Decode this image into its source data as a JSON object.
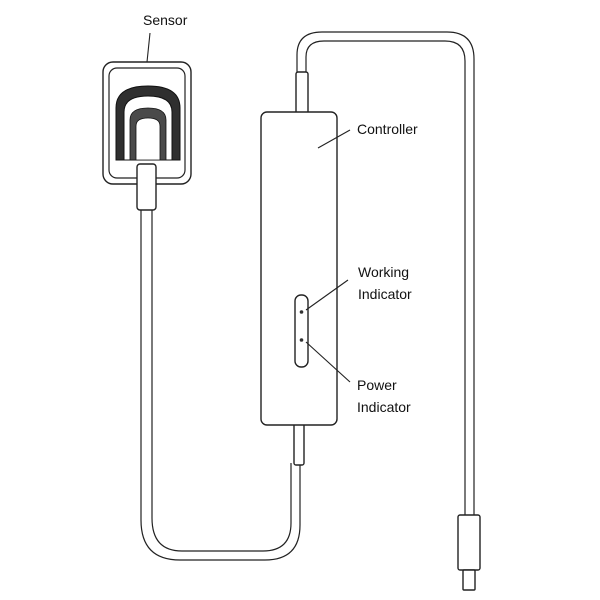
{
  "labels": {
    "sensor": "Sensor",
    "controller": "Controller",
    "working_indicator_line1": "Working",
    "working_indicator_line2": "Indicator",
    "power_indicator_line1": "Power",
    "power_indicator_line2": "Indicator"
  }
}
